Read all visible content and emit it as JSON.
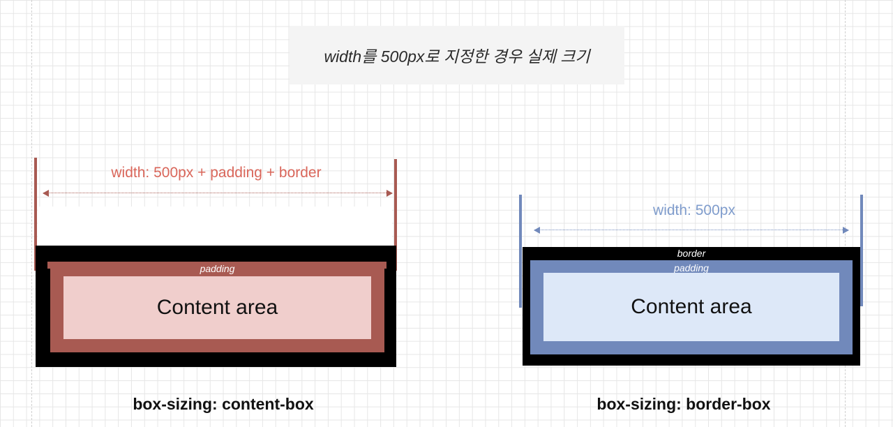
{
  "title": "width를 500px로 지정한 경우 실제 크기",
  "content_box": {
    "dimension_label": "width: 500px + padding + border",
    "padding_label": "padding",
    "content_label": "Content area",
    "caption": "box-sizing: content-box",
    "colors": {
      "accent": "#a85a52",
      "label": "#d9665a",
      "content_fill": "#f0cecc",
      "border": "#000000"
    }
  },
  "border_box": {
    "dimension_label": "width: 500px",
    "border_label": "border",
    "padding_label": "padding",
    "content_label": "Content area",
    "caption": "box-sizing: border-box",
    "colors": {
      "accent": "#7189bb",
      "label": "#7f9ccc",
      "content_fill": "#dde8f8",
      "border": "#000000"
    }
  }
}
